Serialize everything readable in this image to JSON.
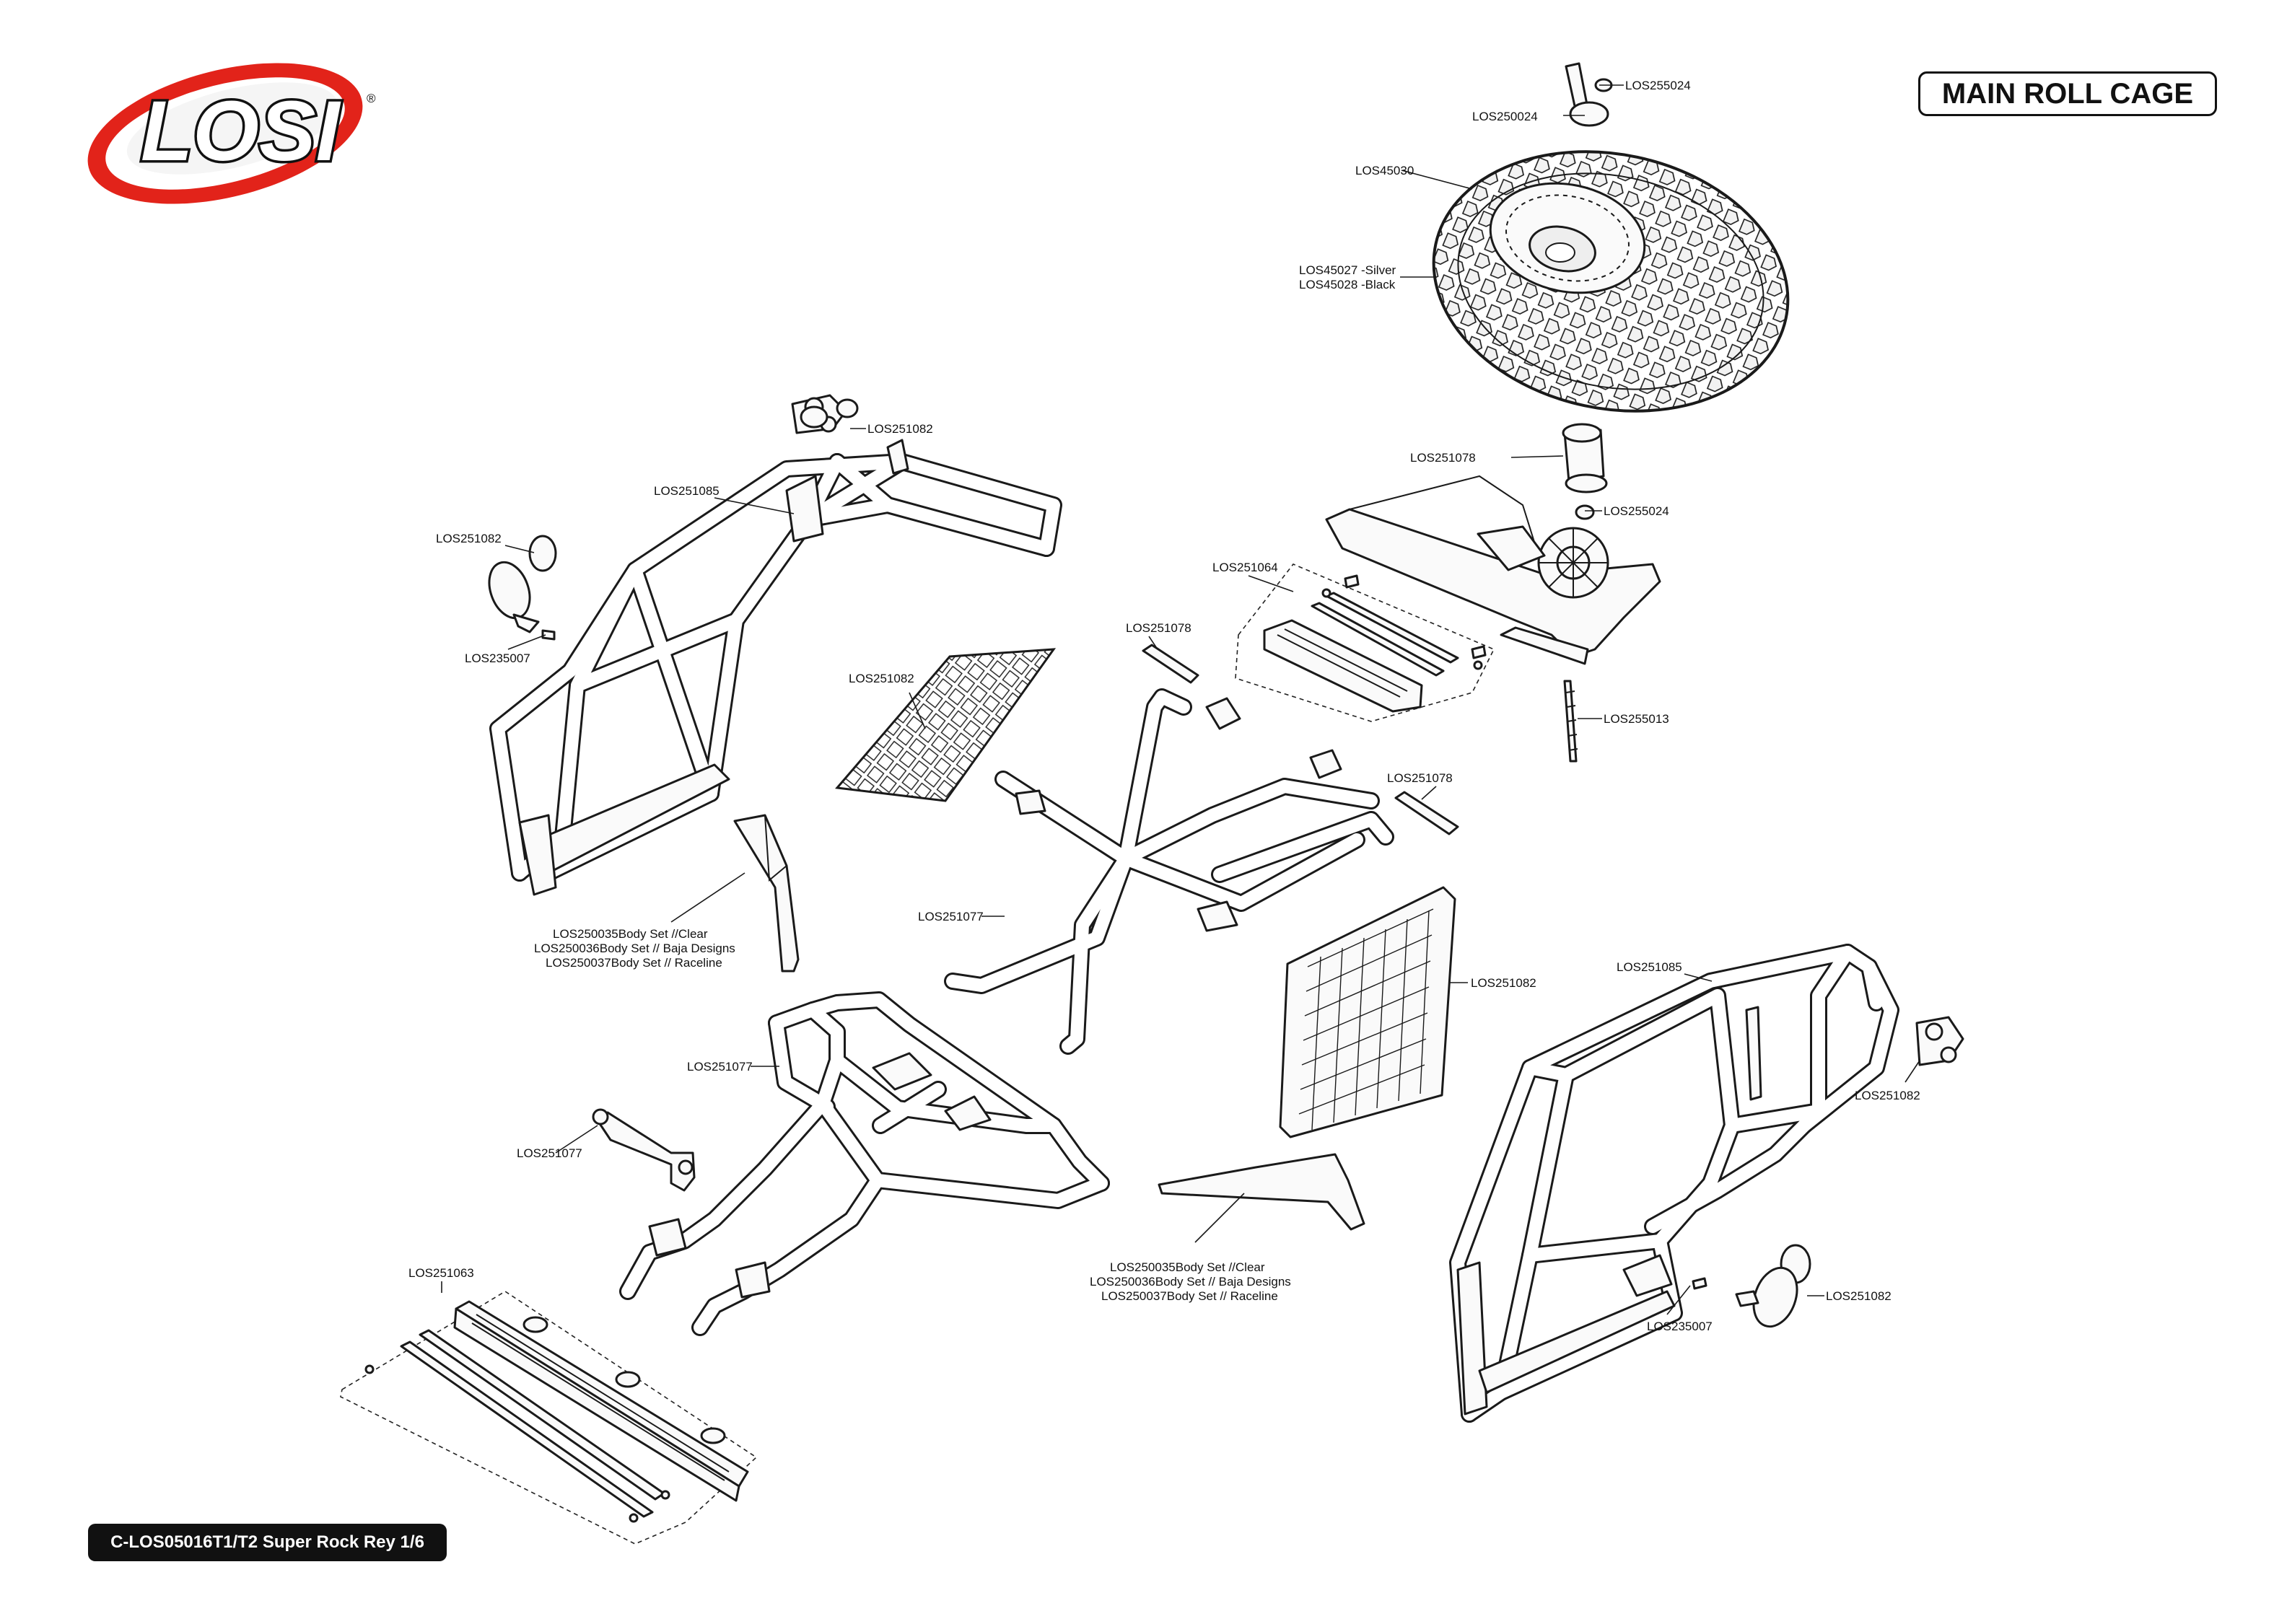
{
  "brand": {
    "name": "LOSI",
    "registered_mark": "®"
  },
  "title": "MAIN ROLL CAGE",
  "kit_label": "C-LOS05016T1/T2 Super Rock Rey 1/6",
  "callouts": {
    "c01": "LOS255024",
    "c02": "LOS250024",
    "c03": "LOS45030",
    "c04": "LOS45027 -Silver",
    "c05": "LOS45028 -Black",
    "c06": "LOS251082",
    "c07": "LOS251085",
    "c08": "LOS251082",
    "c09": "LOS235007",
    "c10": "LOS251082",
    "c11": "LOS251078",
    "c12": "LOS255024",
    "c13": "LOS251064",
    "c14": "LOS251078",
    "c15": "LOS255013",
    "c16": "LOS251078",
    "c17": "LOS250035Body Set //Clear",
    "c18": "LOS250036Body Set // Baja Designs",
    "c19": "LOS250037Body Set // Raceline",
    "c20": "LOS251077",
    "c21": "LOS251082",
    "c22": "LOS251085",
    "c23": "LOS251077",
    "c24": "LOS251082",
    "c25": "LOS251077",
    "c26": "LOS251063",
    "c27": "LOS250035Body Set //Clear",
    "c28": "LOS250036Body Set // Baja Designs",
    "c29": "LOS250037Body Set // Raceline",
    "c30": "LOS235007",
    "c31": "LOS251082"
  },
  "colors": {
    "logo_red": "#e2231a",
    "line": "#1a1a1a",
    "label_bg": "#111111"
  },
  "icons": [
    "losi-logo",
    "tire-wheel",
    "roll-cage",
    "net-panel",
    "light-bar"
  ]
}
